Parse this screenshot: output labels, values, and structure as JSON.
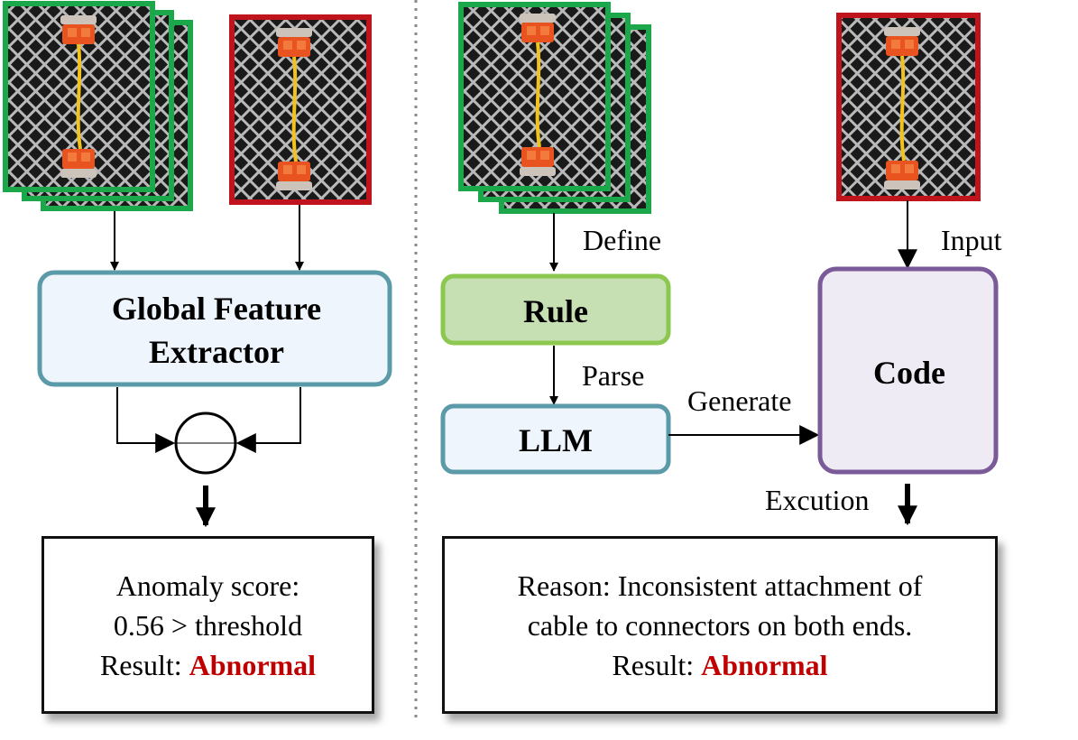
{
  "left": {
    "extractor_label": "Global Feature Extractor",
    "extractor_line1": "Global Feature",
    "extractor_line2": "Extractor",
    "result": {
      "line1": "Anomaly score:",
      "line2": "0.56 > threshold",
      "result_prefix": "Result:",
      "result_value": "Abnormal"
    }
  },
  "right": {
    "define_label": "Define",
    "rule_label": "Rule",
    "parse_label": "Parse",
    "llm_label": "LLM",
    "generate_label": "Generate",
    "input_label": "Input",
    "code_label": "Code",
    "execution_label": "Excution",
    "result": {
      "line1": "Reason: Inconsistent attachment of",
      "line2": "cable to connectors on both ends.",
      "result_prefix": "Result:",
      "result_value": "Abnormal"
    }
  },
  "colors": {
    "normal_frame": "#1aa84a",
    "anomaly_frame": "#c0141c",
    "extractor_border": "#5b9aa8",
    "extractor_fill": "#eef5fc",
    "rule_border": "#8cc850",
    "rule_fill": "#c6e0b4",
    "code_border": "#7a5a99",
    "code_fill": "#efebf4",
    "abnormal_text": "#c00000"
  }
}
